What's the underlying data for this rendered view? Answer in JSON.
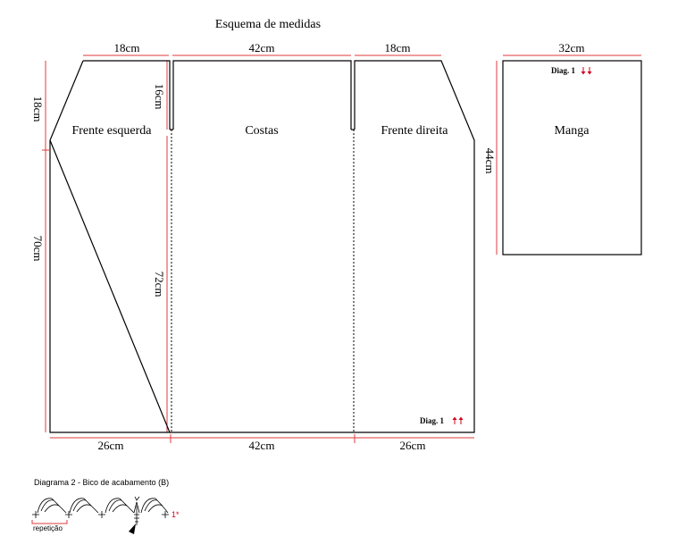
{
  "title": "Esquema de medidas",
  "pieces": {
    "front_left": "Frente esquerda",
    "back": "Costas",
    "front_right": "Frente direita",
    "sleeve": "Manga"
  },
  "measures": {
    "top_left": "18cm",
    "top_center": "42cm",
    "top_right": "18cm",
    "sleeve_top": "32cm",
    "left_upper": "18cm",
    "neck": "16cm",
    "left_lower": "70cm",
    "center_height": "72cm",
    "sleeve_height": "44cm",
    "bottom_left": "26cm",
    "bottom_center": "42cm",
    "bottom_right": "26cm"
  },
  "diag_labels": {
    "top": "Diag. 1",
    "bottom": "Diag. 1"
  },
  "diagram2": {
    "title": "Diagrama 2 - Bico de acabamento (B)",
    "repeat_label": "repetição",
    "note": "1*"
  },
  "colors": {
    "dimension_line": "#e0393b",
    "outline": "#000000",
    "arrow": "#d0021b"
  }
}
